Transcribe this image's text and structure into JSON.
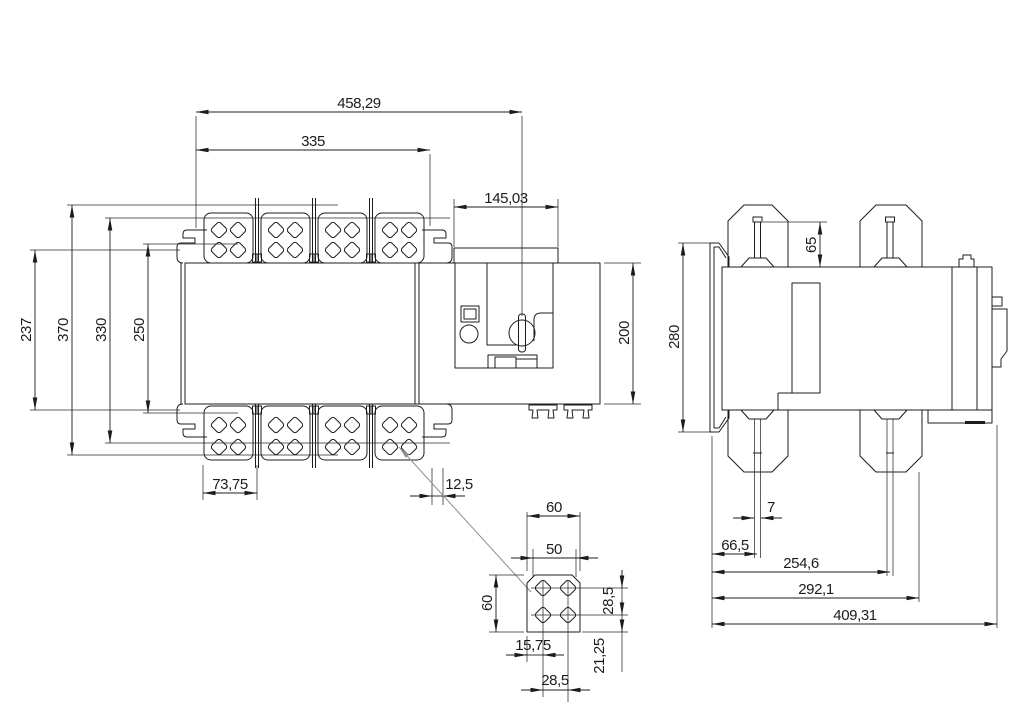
{
  "front_view": {
    "d458_29": "458,29",
    "d335": "335",
    "d145_03": "145,03",
    "d237": "237",
    "d370": "370",
    "d330": "330",
    "d250": "250",
    "d200": "200",
    "d73_75": "73,75",
    "d12_5": "12,5"
  },
  "terminal_detail": {
    "d60_top": "60",
    "d50": "50",
    "d60_left": "60",
    "d28_5_vertical": "28,5",
    "d21_25": "21,25",
    "d15_75": "15,75",
    "d28_5_horizontal": "28,5"
  },
  "side_view": {
    "d280": "280",
    "d65": "65",
    "d7": "7",
    "d66_5": "66,5",
    "d254_6": "254,6",
    "d292_1": "292,1",
    "d409_31": "409,31"
  }
}
